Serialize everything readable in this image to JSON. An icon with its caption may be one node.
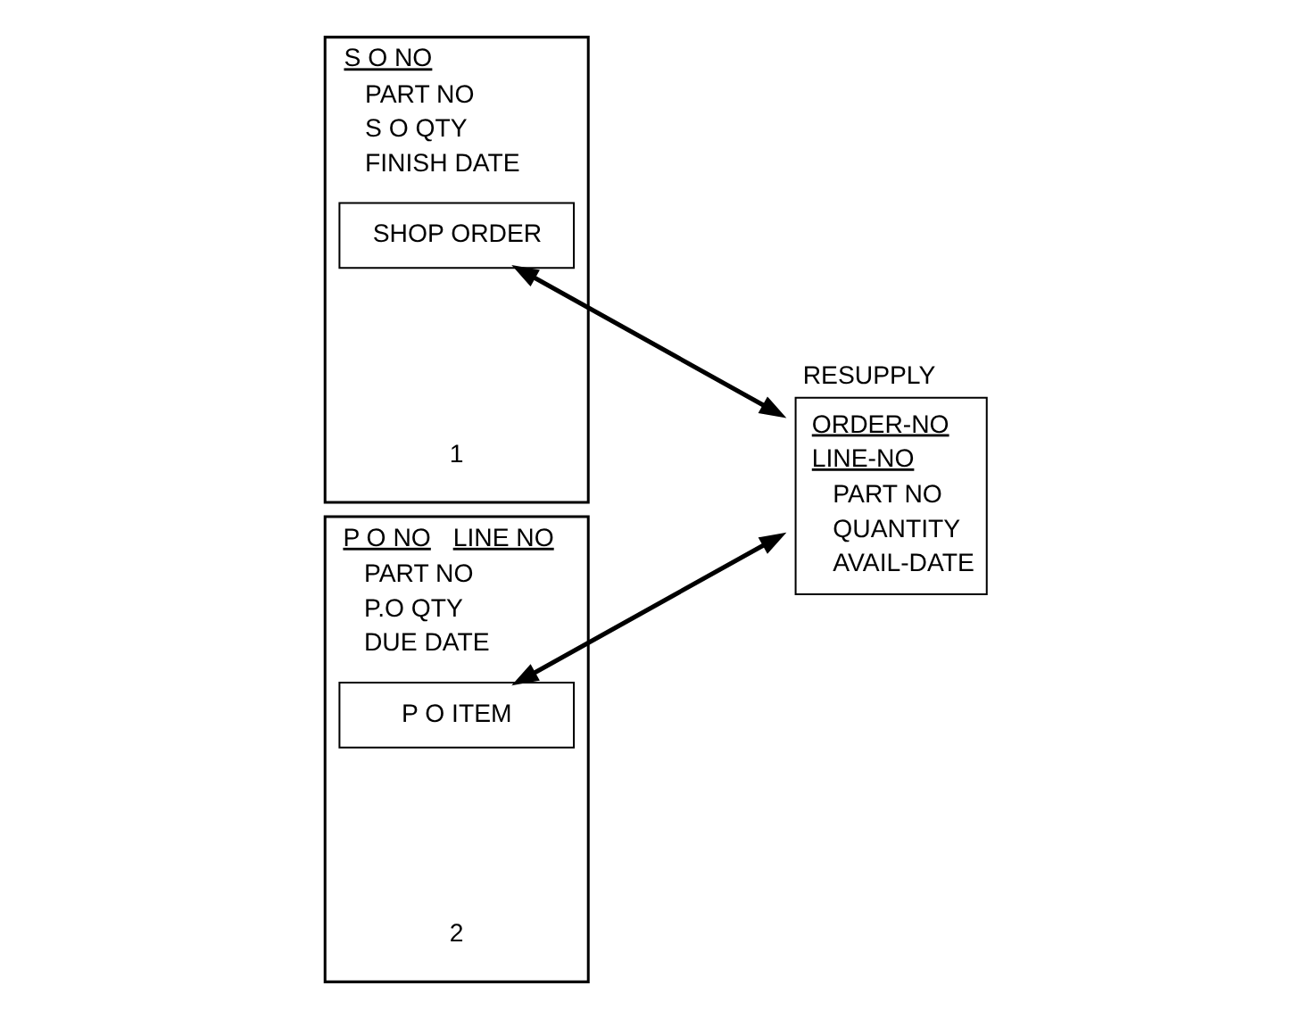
{
  "diagram": {
    "nodes": [
      {
        "text": [
          "S O NO",
          "PART NO",
          "S O QTY",
          "FINISH DATE",
          "1"
        ]
      },
      {
        "text": [
          "SHOP ORDER"
        ],
        "in": 0
      },
      {
        "text": [
          "RESUPPLY",
          "ORDER-NO",
          "LINE-NO",
          "PART NO",
          "QUANTITY",
          "AVAIL-DATE"
        ]
      },
      {
        "text": [
          "P O NO",
          "LINE NO",
          "PART NO",
          "P.O QTY",
          "DUE DATE",
          "2"
        ]
      },
      {
        "text": [
          "P O ITEM"
        ],
        "in": 3
      }
    ],
    "edges": [
      {
        "from": 1,
        "to": 2,
        "arrow": "both"
      },
      {
        "from": 4,
        "to": 2,
        "arrow": "both"
      }
    ]
  }
}
